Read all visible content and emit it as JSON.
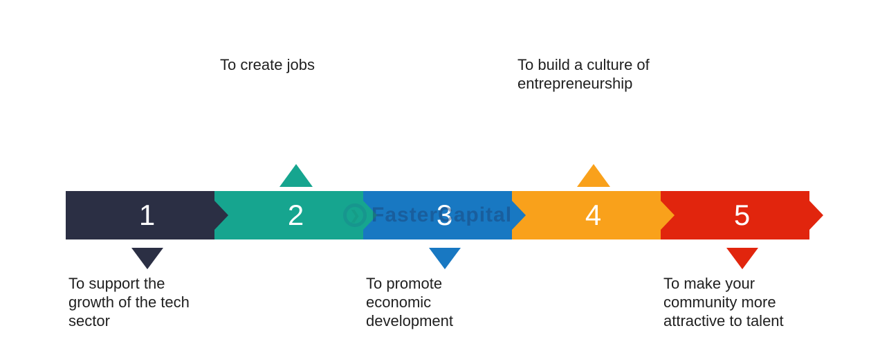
{
  "watermark": {
    "text": "FasterCapital",
    "icon": "globe-icon"
  },
  "steps": [
    {
      "number": "1",
      "color": "#2B2F44",
      "label": "To support the\ngrowth of the tech\nsector",
      "label_position": "below",
      "marker_icon": "triangle-down-icon"
    },
    {
      "number": "2",
      "color": "#16A58F",
      "label": "To create jobs",
      "label_position": "above",
      "marker_icon": "triangle-up-icon"
    },
    {
      "number": "3",
      "color": "#1878C2",
      "label": "To promote\neconomic\ndevelopment",
      "label_position": "below",
      "marker_icon": "triangle-down-icon"
    },
    {
      "number": "4",
      "color": "#F9A11B",
      "label": "To build a culture of\nentrepreneurship",
      "label_position": "above",
      "marker_icon": "triangle-up-icon"
    },
    {
      "number": "5",
      "color": "#E1250D",
      "label": "To make your\ncommunity more\nattractive to talent",
      "label_position": "below",
      "marker_icon": "triangle-down-icon"
    }
  ]
}
